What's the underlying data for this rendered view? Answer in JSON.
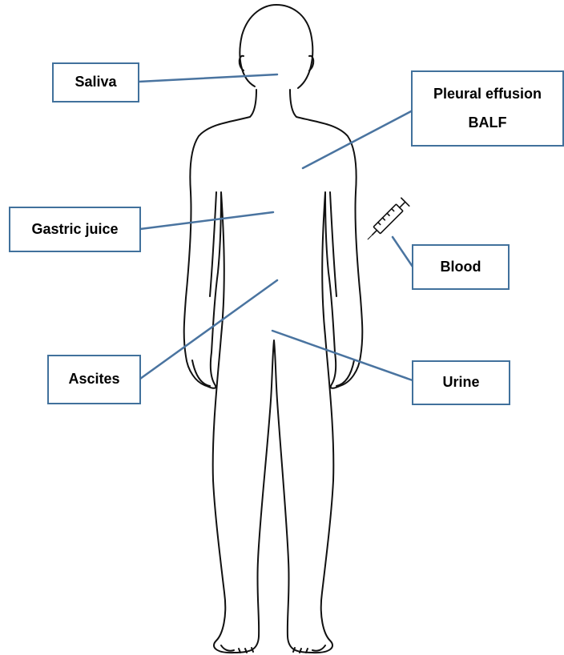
{
  "colors": {
    "leader_line": "#4a74a0",
    "box_border": "#41719c",
    "outline": "#111111"
  },
  "icons": {
    "figure": "human-body-outline",
    "syringe": "syringe-icon"
  },
  "labels": {
    "saliva": "Saliva",
    "pleural_effusion": "Pleural effusion",
    "balf": "BALF",
    "gastric_juice": "Gastric juice",
    "blood": "Blood",
    "ascites": "Ascites",
    "urine": "Urine"
  }
}
